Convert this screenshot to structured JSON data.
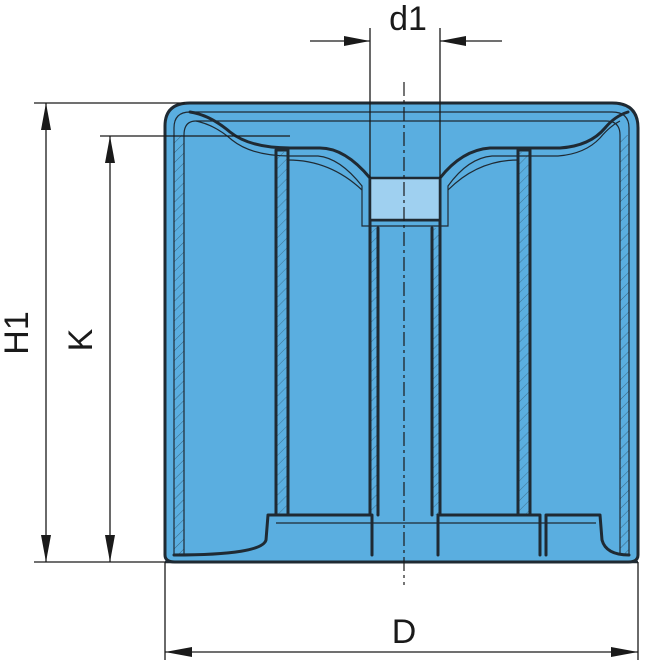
{
  "drawing": {
    "labels": {
      "d1": "d1",
      "H1": "H1",
      "K": "K",
      "D": "D"
    },
    "colors": {
      "body_fill": "#5aaee0",
      "body_fill_light": "#9fd0f0",
      "line": "#1f2a33",
      "background": "#ffffff"
    }
  }
}
